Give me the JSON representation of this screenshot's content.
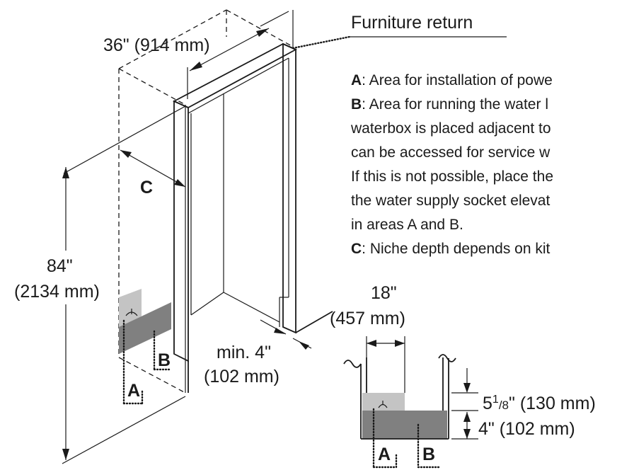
{
  "labels": {
    "furniture_return": "Furniture return",
    "width_dim": "36\" (914 mm)",
    "height_dim_in": "84\"",
    "height_dim_mm": "(2134 mm)",
    "min_dim_in": "min. 4\"",
    "min_dim_mm": "(102 mm)",
    "box_width_in": "18\"",
    "box_width_mm": "(457 mm)",
    "upper_dim_main": "5",
    "upper_dim_sup": "1",
    "upper_dim_sub": "/8",
    "upper_dim_rest": "\" (130 mm)",
    "lower_dim": "4\" (102 mm)",
    "area_a": "A",
    "area_b": "B",
    "area_c": "C"
  },
  "legend": [
    {
      "key": "A",
      "text": ": Area for installation of powe"
    },
    {
      "key": "B",
      "text": ": Area for running the water l"
    },
    {
      "key": "",
      "text": "waterbox is placed adjacent to"
    },
    {
      "key": "",
      "text": "can be accessed for service w"
    },
    {
      "key": "",
      "text": "If this is not possible, place the"
    },
    {
      "key": "",
      "text": "the water supply socket elevat"
    },
    {
      "key": "",
      "text": "in areas A and B."
    },
    {
      "key": "C",
      "text": ": Niche depth depends on kit"
    }
  ],
  "colors": {
    "line": "#1a1a1a",
    "area_a_fill": "#c4c4c4",
    "area_b_fill": "#808080"
  }
}
